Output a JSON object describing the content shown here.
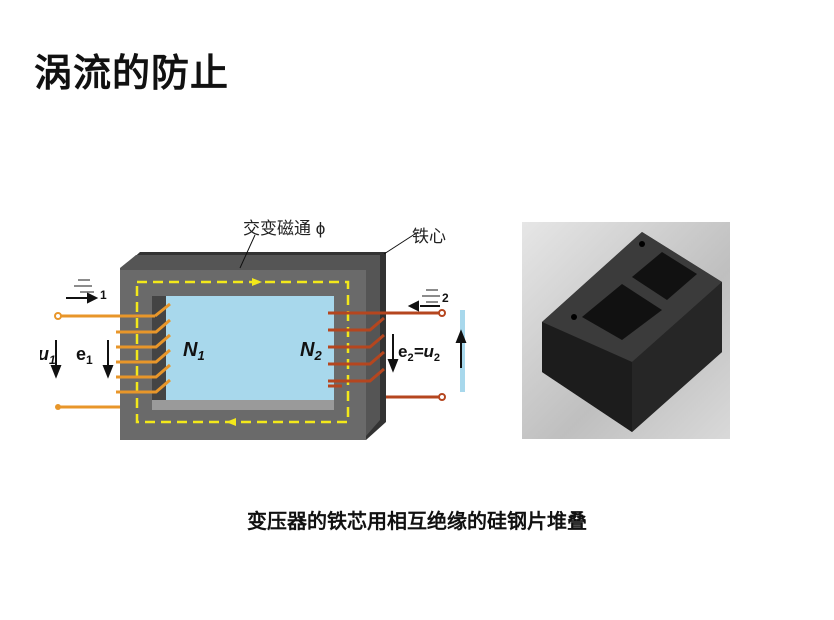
{
  "slide": {
    "title": "涡流的防止",
    "caption": "变压器的铁芯用相互绝缘的硅钢片堆叠"
  },
  "diagram": {
    "flux_label": "交变磁通 ϕ",
    "core_label": "铁心",
    "primary_turns": "N",
    "primary_sub": "1",
    "secondary_turns": "N",
    "secondary_sub": "2",
    "u1": "u",
    "u1_sub": "1",
    "e1": "e",
    "e1_sub": "1",
    "e2_u2": "e",
    "e2_sub": "2",
    "eq": "=u",
    "u2_sub": "2",
    "current1_sub": "1",
    "current2_sub": "2",
    "colors": {
      "core": "#6a6a6a",
      "window": "#a8d8ec",
      "primary": "#e8962a",
      "secondary": "#b5461f",
      "flux": "#f3e81a"
    }
  }
}
